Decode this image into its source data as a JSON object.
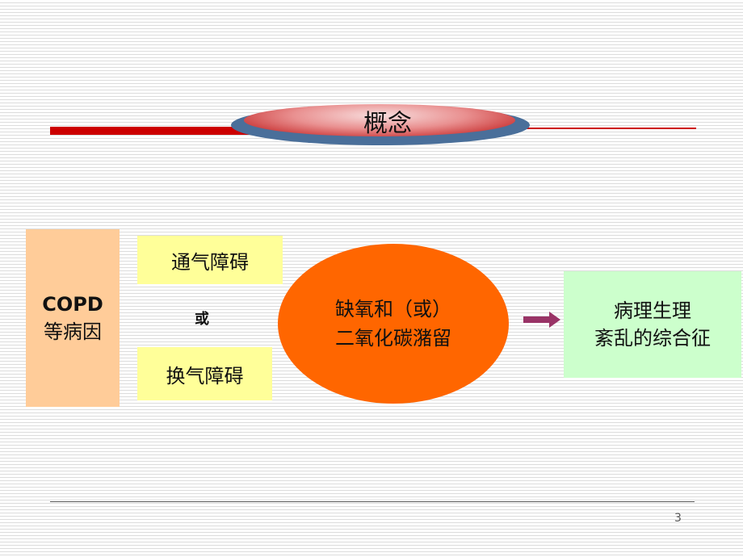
{
  "title": "概念",
  "left_box": {
    "line1": "COPD",
    "line2": "等病因"
  },
  "ventilation": "通气障碍",
  "or": "或",
  "exchange": "换气障碍",
  "center": {
    "line1": "缺氧和（或）",
    "line2": "二氧化碳潴留"
  },
  "result": {
    "line1": "病理生理",
    "line2": "紊乱的综合征"
  },
  "page_number": "3",
  "colors": {
    "left_box": "#ffcc99",
    "yellow": "#ffff99",
    "ellipse": "#ff6600",
    "result": "#ccffcc",
    "arrow": "#993366",
    "title_bar": "#cc0000"
  }
}
